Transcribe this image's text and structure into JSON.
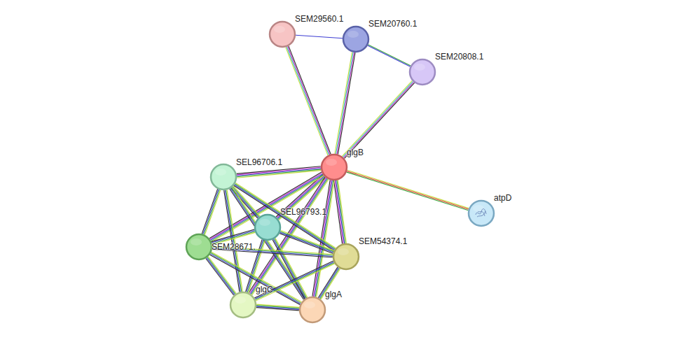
{
  "diagram": {
    "nodes": [
      {
        "text": [
          "SEM29560.1"
        ]
      },
      {
        "text": [
          "SEM20760.1"
        ]
      },
      {
        "text": [
          "SEM20808.1"
        ]
      },
      {
        "text": [
          "glgB"
        ]
      },
      {
        "text": [
          "SEL96706.1"
        ]
      },
      {
        "text": [
          "atpD"
        ]
      },
      {
        "text": [
          "SEL96793.1"
        ]
      },
      {
        "text": [
          "SEM28671."
        ]
      },
      {
        "text": [
          "SEM54374.1"
        ]
      },
      {
        "text": [
          "glgC"
        ]
      },
      {
        "text": [
          "glgA"
        ]
      }
    ],
    "edges": [
      {
        "from": 0,
        "to": 1,
        "arrow": "none"
      },
      {
        "from": 1,
        "to": 2,
        "arrow": "none"
      },
      {
        "from": 3,
        "to": 0,
        "arrow": "none"
      },
      {
        "from": 3,
        "to": 1,
        "arrow": "none"
      },
      {
        "from": 3,
        "to": 2,
        "arrow": "none"
      },
      {
        "from": 3,
        "to": 5,
        "arrow": "none"
      },
      {
        "from": 3,
        "to": 4,
        "arrow": "none"
      },
      {
        "from": 3,
        "to": 6,
        "arrow": "none"
      },
      {
        "from": 3,
        "to": 7,
        "arrow": "none"
      },
      {
        "from": 3,
        "to": 8,
        "arrow": "none"
      },
      {
        "from": 3,
        "to": 9,
        "arrow": "none"
      },
      {
        "from": 3,
        "to": 10,
        "arrow": "none"
      },
      {
        "from": 4,
        "to": 6,
        "arrow": "none"
      },
      {
        "from": 4,
        "to": 7,
        "arrow": "none"
      },
      {
        "from": 4,
        "to": 8,
        "arrow": "none"
      },
      {
        "from": 4,
        "to": 9,
        "arrow": "none"
      },
      {
        "from": 4,
        "to": 10,
        "arrow": "none"
      },
      {
        "from": 6,
        "to": 7,
        "arrow": "none"
      },
      {
        "from": 6,
        "to": 8,
        "arrow": "none"
      },
      {
        "from": 6,
        "to": 9,
        "arrow": "none"
      },
      {
        "from": 6,
        "to": 10,
        "arrow": "none"
      },
      {
        "from": 7,
        "to": 8,
        "arrow": "none"
      },
      {
        "from": 7,
        "to": 9,
        "arrow": "none"
      },
      {
        "from": 7,
        "to": 10,
        "arrow": "none"
      },
      {
        "from": 8,
        "to": 9,
        "arrow": "none"
      },
      {
        "from": 8,
        "to": 10,
        "arrow": "none"
      },
      {
        "from": 9,
        "to": 10,
        "arrow": "none"
      }
    ]
  }
}
